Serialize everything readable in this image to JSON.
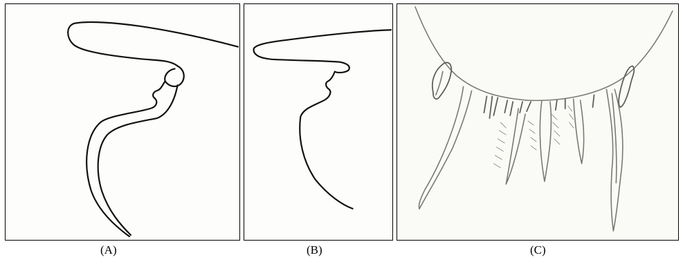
{
  "captions": {
    "a": "(A)",
    "b": "(B)",
    "c": "(C)"
  },
  "colors": {
    "ink": "#111111",
    "pencil": "#7a7a74",
    "panel_border": "#000000"
  }
}
